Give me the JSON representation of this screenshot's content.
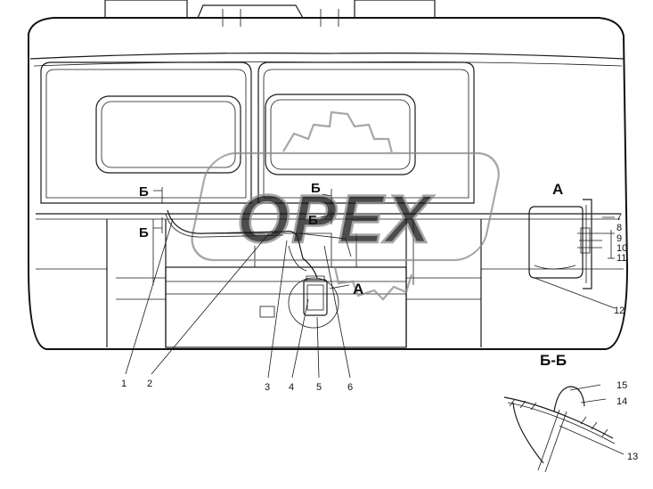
{
  "callouts": {
    "c1": "1",
    "c2": "2",
    "c3": "3",
    "c4": "4",
    "c5": "5",
    "c6": "6",
    "c7": "7",
    "c8": "8",
    "c9": "9",
    "c10": "10",
    "c11": "11",
    "c12": "12",
    "c13": "13",
    "c14": "14",
    "c15": "15"
  },
  "section_marks": {
    "b_left_top": "Б",
    "b_left_bottom": "Б",
    "b_mid_top": "Б",
    "b_mid_bottom": "Б",
    "view_a_main": "А"
  },
  "detail_titles": {
    "view_a": "А",
    "section_bb": "Б-Б"
  },
  "watermark": "OPEX"
}
